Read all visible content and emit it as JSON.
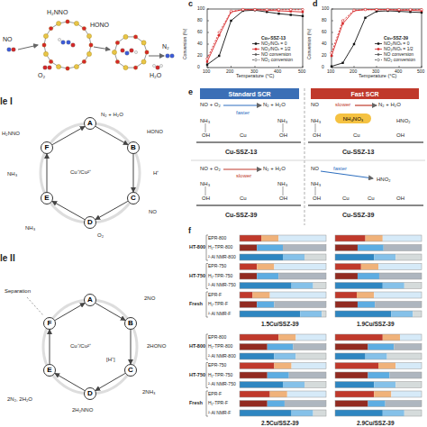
{
  "diagram": {
    "nodes": [
      {
        "text": [
          "A"
        ]
      },
      {
        "text": [
          "B"
        ]
      },
      {
        "text": [
          "C"
        ]
      },
      {
        "text": [
          "D"
        ]
      },
      {
        "text": [
          "E"
        ]
      },
      {
        "text": [
          "F"
        ]
      },
      {
        "text": [
          "A"
        ]
      },
      {
        "text": [
          "B"
        ]
      },
      {
        "text": [
          "C"
        ]
      },
      {
        "text": [
          "D"
        ]
      },
      {
        "text": [
          "E"
        ]
      },
      {
        "text": [
          "F"
        ]
      },
      {
        "text": [
          "Standard SCR"
        ]
      },
      {
        "text": [
          "Fast SCR"
        ]
      },
      {
        "text": [
          "NH₄NO₃"
        ]
      }
    ],
    "edges": [
      {
        "from": 0,
        "to": 1,
        "arrow": "to"
      },
      {
        "from": 1,
        "to": 2,
        "arrow": "to"
      },
      {
        "from": 2,
        "to": 3,
        "arrow": "to"
      },
      {
        "from": 3,
        "to": 4,
        "arrow": "to"
      },
      {
        "from": 4,
        "to": 5,
        "arrow": "to"
      },
      {
        "from": 5,
        "to": 0,
        "arrow": "to"
      },
      {
        "from": 6,
        "to": 7,
        "arrow": "to"
      },
      {
        "from": 7,
        "to": 8,
        "arrow": "to"
      },
      {
        "from": 8,
        "to": 9,
        "arrow": "to"
      },
      {
        "from": 9,
        "to": 10,
        "arrow": "to"
      },
      {
        "from": 10,
        "to": 11,
        "arrow": "to"
      },
      {
        "from": 11,
        "to": 6,
        "arrow": "to"
      }
    ],
    "labels": [
      "NO",
      "H₂NNO",
      "HONO",
      "O₂",
      "N₂",
      "H₂O",
      "le I",
      "Cu⁺/Cu²⁺",
      "H₂NNO",
      "N₂ + H₂O",
      "HONO",
      "H⁺",
      "NO",
      "O₂",
      "NH₃",
      "NH₃",
      "le II",
      "Cu⁺/Cu²⁺",
      "Separation",
      "2NO",
      "2HONO",
      "[H⁺]",
      "2NH₃",
      "2H₂NNO",
      "2N₂, 2H₂O",
      "c",
      "Conversion (%)",
      "Temperature (°C)",
      "0",
      "20",
      "40",
      "60",
      "80",
      "100",
      "100",
      "200",
      "300",
      "400",
      "500",
      "d",
      "Conversion (%)",
      "Temperature (°C)",
      "0",
      "20",
      "40",
      "60",
      "80",
      "100",
      "100",
      "200",
      "300",
      "400",
      "500",
      "e",
      "NO + O₂",
      "faster",
      "N₂ + H₂O",
      "NH₃",
      "NH₃",
      "OH",
      "Cu",
      "OH",
      "Cu-SSZ-13",
      "NO + O₂",
      "slower",
      "N₂ + H₂O",
      "NH₃",
      "NH₃",
      "OH",
      "Cu",
      "OH",
      "Cu-SSZ-39",
      "NO",
      "slower",
      "N₂ + H₂O",
      "NH₃",
      "HNO₂",
      "OH",
      "Cu",
      "OH",
      "Cu-SSZ-13",
      "NO",
      "faster",
      "HNO₂",
      "NH₃",
      "OH",
      "Cu",
      "Cu",
      "OH",
      "Cu-SSZ-39",
      "f",
      "HT-800",
      "HT-750",
      "Fresh",
      "EPR-800",
      "H₂-TPR-800",
      "²⁷Al NMR-800",
      "EPR-750",
      "H₂-TPR-750",
      "²⁷Al NMR-750",
      "EPR-F",
      "H₂-TPR-F",
      "²⁷Al NMR-F",
      "1.5Cu/SSZ-39",
      "1.9Cu/SSZ-39",
      "HT-800",
      "HT-750",
      "Fresh",
      "EPR-800",
      "H₂-TPR-800",
      "²⁷Al NMR-800",
      "EPR-750",
      "H₂-TPR-750",
      "²⁷Al NMR-750",
      "EPR-F",
      "H₂-TPR-F",
      "²⁷Al NMR-F",
      "2.5Cu/SSZ-39",
      "2.9Cu/SSZ-39"
    ],
    "legend": [
      {
        "text": "Cuₓ-SSZ-13"
      },
      {
        "text": "NO₂/NOₓ = 0"
      },
      {
        "text": "NO₂/NOₓ = 1/2"
      },
      {
        "text": "NO conversion"
      },
      {
        "text": "NO₂ conversion"
      },
      {
        "text": "Cuₓ-SSZ-39"
      },
      {
        "text": "NO₂/NOₓ = 0"
      },
      {
        "text": "NO₂/NOₓ = 1/2"
      },
      {
        "text": "NO conversion"
      },
      {
        "text": "NO₂ conversion"
      }
    ]
  }
}
